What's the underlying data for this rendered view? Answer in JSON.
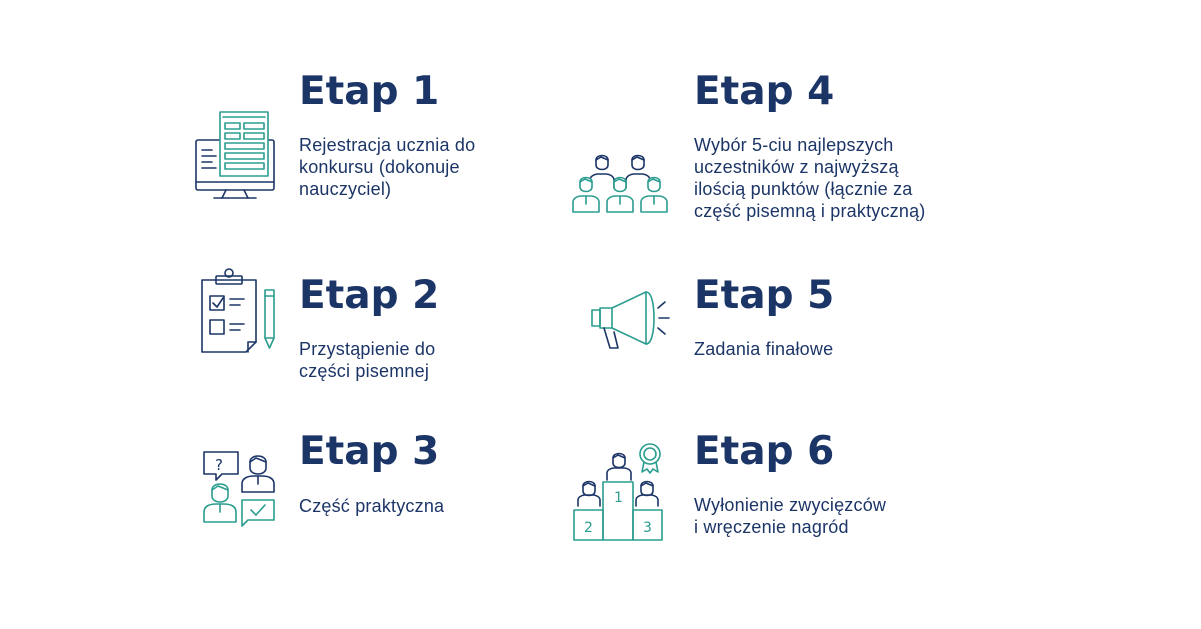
{
  "colors": {
    "navy": "#1c3567",
    "teal": "#2a9d8f",
    "background": "#ffffff"
  },
  "steps": [
    {
      "title": "Etap 1",
      "icon": "computer-form-icon",
      "lines": [
        "Rejestracja ucznia do",
        "konkursu (dokonuje",
        "nauczyciel)"
      ]
    },
    {
      "title": "Etap 2",
      "icon": "clipboard-checklist-icon",
      "lines": [
        "Przystąpienie do",
        "części pisemnej"
      ]
    },
    {
      "title": "Etap 3",
      "icon": "conversation-icon",
      "icon_marks": [
        "?"
      ],
      "lines": [
        "Część praktyczna"
      ]
    },
    {
      "title": "Etap 4",
      "icon": "group-people-icon",
      "lines": [
        "Wybór 5-ciu najlepszych",
        "uczestników z najwyższą",
        "ilością punktów (łącznie za",
        "część pisemną i praktyczną)"
      ]
    },
    {
      "title": "Etap 5",
      "icon": "megaphone-icon",
      "lines": [
        "Zadania finałowe"
      ]
    },
    {
      "title": "Etap 6",
      "icon": "podium-icon",
      "icon_marks": [
        "1",
        "2",
        "3"
      ],
      "lines": [
        "Wyłonienie zwycięzców",
        "i wręczenie nagród"
      ]
    }
  ]
}
